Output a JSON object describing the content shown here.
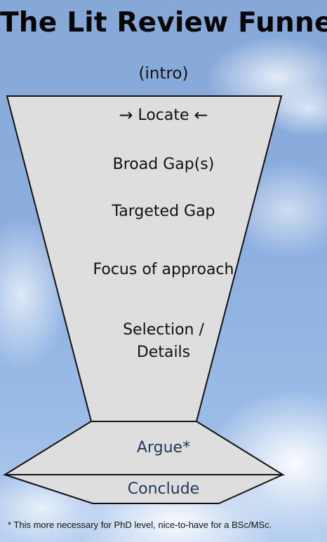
{
  "title": "The Lit Review Funnel",
  "intro": "(intro)",
  "stages": {
    "locate_left_arrow": "→",
    "locate_label": "Locate",
    "locate_right_arrow": "←",
    "broad_gap": "Broad Gap(s)",
    "targeted_gap": "Targeted Gap",
    "focus": "Focus of approach",
    "selection_line1": "Selection /",
    "selection_line2": "Details",
    "argue": "Argue*",
    "conclude": "Conclude"
  },
  "footnote": "* This more necessary for PhD level, nice-to-have for a BSc/MSc.",
  "colors": {
    "funnel_fill": "#dedede",
    "funnel_stroke": "#111111",
    "accent_text": "#26375f"
  },
  "icons": [
    "right-arrow-icon",
    "left-arrow-icon"
  ]
}
